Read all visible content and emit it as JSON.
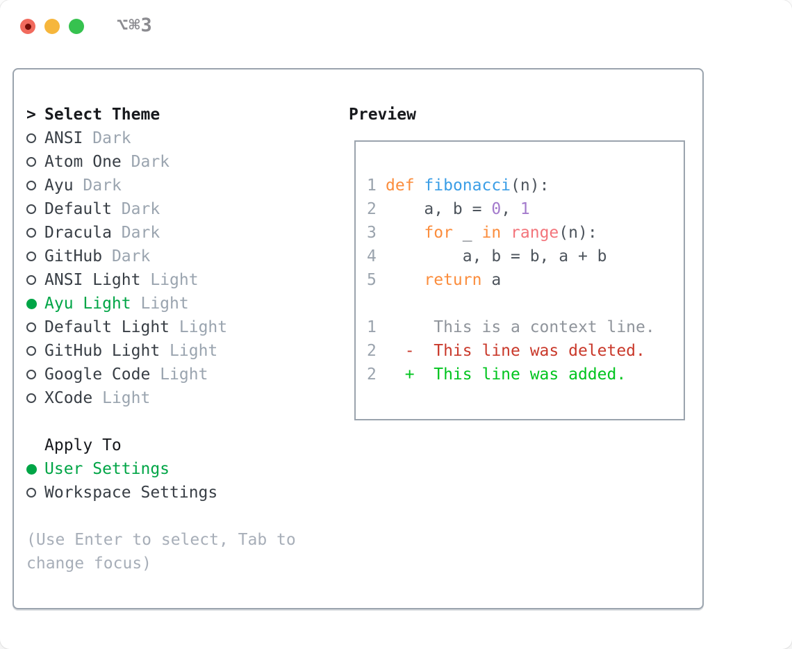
{
  "window": {
    "title": "⌥⌘3"
  },
  "titlebar": {
    "buttons": [
      "close",
      "minimize",
      "zoom"
    ]
  },
  "theme_panel": {
    "heading_prefix": ">",
    "heading": "Select Theme",
    "items": [
      {
        "name": "ANSI",
        "tag": "Dark",
        "selected": false
      },
      {
        "name": "Atom One",
        "tag": "Dark",
        "selected": false
      },
      {
        "name": "Ayu",
        "tag": "Dark",
        "selected": false
      },
      {
        "name": "Default",
        "tag": "Dark",
        "selected": false
      },
      {
        "name": "Dracula",
        "tag": "Dark",
        "selected": false
      },
      {
        "name": "GitHub",
        "tag": "Dark",
        "selected": false
      },
      {
        "name": "ANSI Light",
        "tag": "Light",
        "selected": false
      },
      {
        "name": "Ayu Light",
        "tag": "Light",
        "selected": true
      },
      {
        "name": "Default Light",
        "tag": "Light",
        "selected": false
      },
      {
        "name": "GitHub Light",
        "tag": "Light",
        "selected": false
      },
      {
        "name": "Google Code",
        "tag": "Light",
        "selected": false
      },
      {
        "name": "XCode",
        "tag": "Light",
        "selected": false
      }
    ],
    "apply_heading": "Apply To",
    "apply_options": [
      {
        "name": "User Settings",
        "selected": true
      },
      {
        "name": "Workspace Settings",
        "selected": false
      }
    ],
    "hint": "(Use Enter to select, Tab to change focus)"
  },
  "preview": {
    "heading": "Preview",
    "code_lines": [
      {
        "num": "1",
        "tokens": [
          {
            "c": "kw",
            "t": "def"
          },
          {
            "c": "plain",
            "t": " "
          },
          {
            "c": "fn",
            "t": "fibonacci"
          },
          {
            "c": "plain",
            "t": "(n):"
          }
        ]
      },
      {
        "num": "2",
        "tokens": [
          {
            "c": "plain",
            "t": "    a, b = "
          },
          {
            "c": "num",
            "t": "0"
          },
          {
            "c": "plain",
            "t": ", "
          },
          {
            "c": "num",
            "t": "1"
          }
        ]
      },
      {
        "num": "3",
        "tokens": [
          {
            "c": "plain",
            "t": "    "
          },
          {
            "c": "kw",
            "t": "for"
          },
          {
            "c": "plain",
            "t": " _ "
          },
          {
            "c": "kw",
            "t": "in"
          },
          {
            "c": "plain",
            "t": " "
          },
          {
            "c": "builtin",
            "t": "range"
          },
          {
            "c": "plain",
            "t": "(n):"
          }
        ]
      },
      {
        "num": "4",
        "tokens": [
          {
            "c": "plain",
            "t": "        a, b = b, a + b"
          }
        ]
      },
      {
        "num": "5",
        "tokens": [
          {
            "c": "plain",
            "t": "    "
          },
          {
            "c": "kw",
            "t": "return"
          },
          {
            "c": "plain",
            "t": " a"
          }
        ]
      }
    ],
    "diff_lines": [
      {
        "num": "1",
        "kind": "context",
        "text": "     This is a context line."
      },
      {
        "num": "2",
        "kind": "deleted",
        "text": "  -  This line was deleted."
      },
      {
        "num": "2",
        "kind": "added",
        "text": "  +  This line was added."
      }
    ]
  },
  "colors": {
    "accent": "#00a546",
    "heading": "#17191d",
    "name": "#383e45",
    "tag": "#9aa4af",
    "hint": "#a7aeb8",
    "border": "#9aa3ad",
    "title-gray": "#8b8b90",
    "light-red": "#f16a5d",
    "red-dot": "#750d07",
    "light-yellow": "#f6b63c",
    "light-green": "#36c24f",
    "kw": "#fb8d3d",
    "fn": "#3b9ee6",
    "num": "#a37acc",
    "builtin": "#f3747b",
    "code": "#4d545c",
    "lineno": "#9aa3ad",
    "ctx": "#8f949b",
    "del": "#c9392b",
    "add": "#00c41e"
  }
}
